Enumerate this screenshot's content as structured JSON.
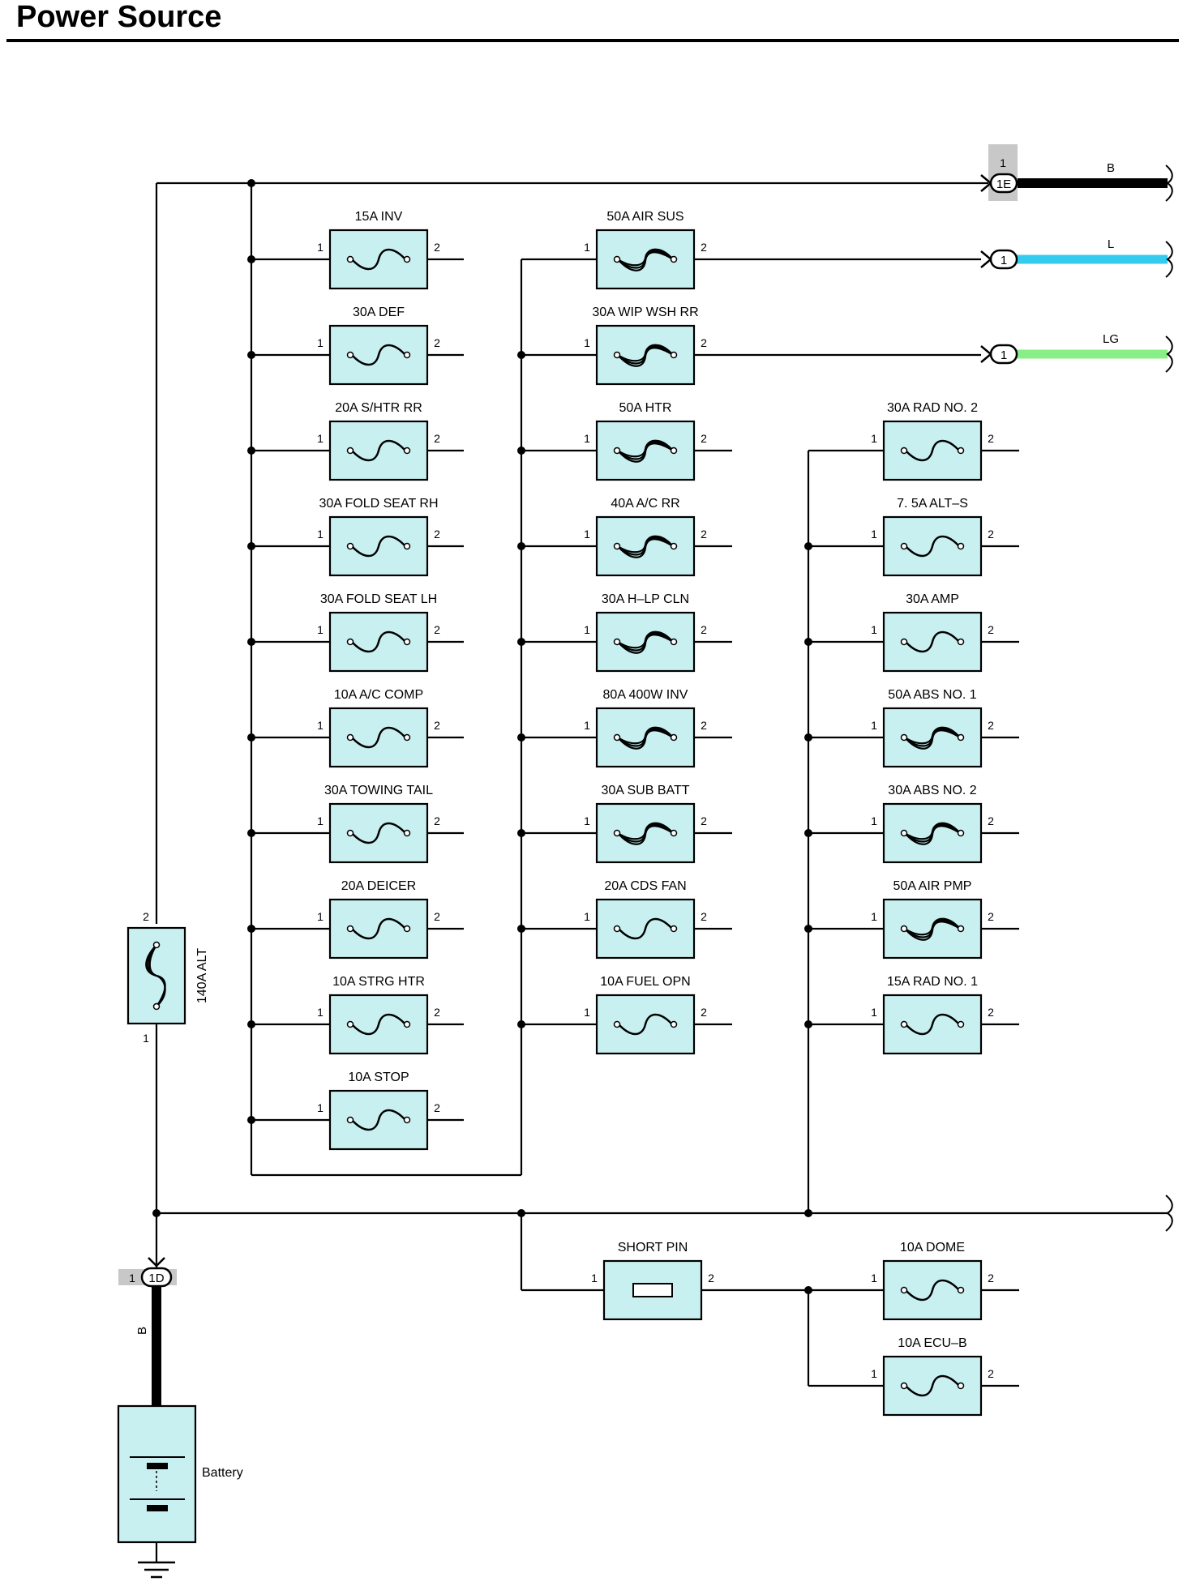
{
  "title": "Power Source",
  "colors": {
    "fuse_fill": "#c8f0f0",
    "wire_B": "#000000",
    "wire_L": "#33ccee",
    "wire_LG": "#88ee88",
    "connector_highlight": "#c8c8c8"
  },
  "main_fuse": {
    "label": "140A ALT",
    "pin_top": "2",
    "pin_bottom": "1"
  },
  "battery": {
    "label": "Battery",
    "wire_color": "B",
    "connector": "1D",
    "pin": "1"
  },
  "outputs": [
    {
      "connector": "1E",
      "pin": "1",
      "wire_color": "B"
    },
    {
      "connector": "1",
      "pin": "",
      "wire_color": "L"
    },
    {
      "connector": "1",
      "pin": "",
      "wire_color": "LG"
    }
  ],
  "fuses": {
    "column1": [
      {
        "label": "15A INV",
        "type": "fuse"
      },
      {
        "label": "30A DEF",
        "type": "fuse"
      },
      {
        "label": "20A S/HTR RR",
        "type": "fuse"
      },
      {
        "label": "30A FOLD SEAT RH",
        "type": "fuse"
      },
      {
        "label": "30A FOLD SEAT LH",
        "type": "fuse"
      },
      {
        "label": "10A A/C COMP",
        "type": "fuse"
      },
      {
        "label": "30A TOWING TAIL",
        "type": "fuse"
      },
      {
        "label": "20A DEICER",
        "type": "fuse"
      },
      {
        "label": "10A STRG HTR",
        "type": "fuse"
      },
      {
        "label": "10A STOP",
        "type": "fuse"
      }
    ],
    "column2": [
      {
        "label": "50A AIR SUS",
        "type": "fusible"
      },
      {
        "label": "30A WIP WSH RR",
        "type": "fusible"
      },
      {
        "label": "50A HTR",
        "type": "fusible"
      },
      {
        "label": "40A A/C RR",
        "type": "fusible"
      },
      {
        "label": "30A H–LP CLN",
        "type": "fusible"
      },
      {
        "label": "80A 400W INV",
        "type": "fusible"
      },
      {
        "label": "30A SUB BATT",
        "type": "fusible"
      },
      {
        "label": "20A CDS FAN",
        "type": "fuse"
      },
      {
        "label": "10A FUEL OPN",
        "type": "fuse"
      }
    ],
    "column3": [
      {
        "label": "30A RAD NO. 2",
        "type": "fuse"
      },
      {
        "label": "7. 5A ALT–S",
        "type": "fuse"
      },
      {
        "label": "30A AMP",
        "type": "fuse"
      },
      {
        "label": "50A ABS NO. 1",
        "type": "fusible"
      },
      {
        "label": "30A ABS NO. 2",
        "type": "fusible"
      },
      {
        "label": "50A AIR PMP",
        "type": "fusible"
      },
      {
        "label": "15A RAD NO. 1",
        "type": "fuse"
      }
    ],
    "lower": [
      {
        "label": "SHORT PIN",
        "type": "shortpin"
      },
      {
        "label": "10A DOME",
        "type": "fuse"
      },
      {
        "label": "10A ECU–B",
        "type": "fuse"
      }
    ]
  },
  "pins": {
    "in": "1",
    "out": "2"
  }
}
